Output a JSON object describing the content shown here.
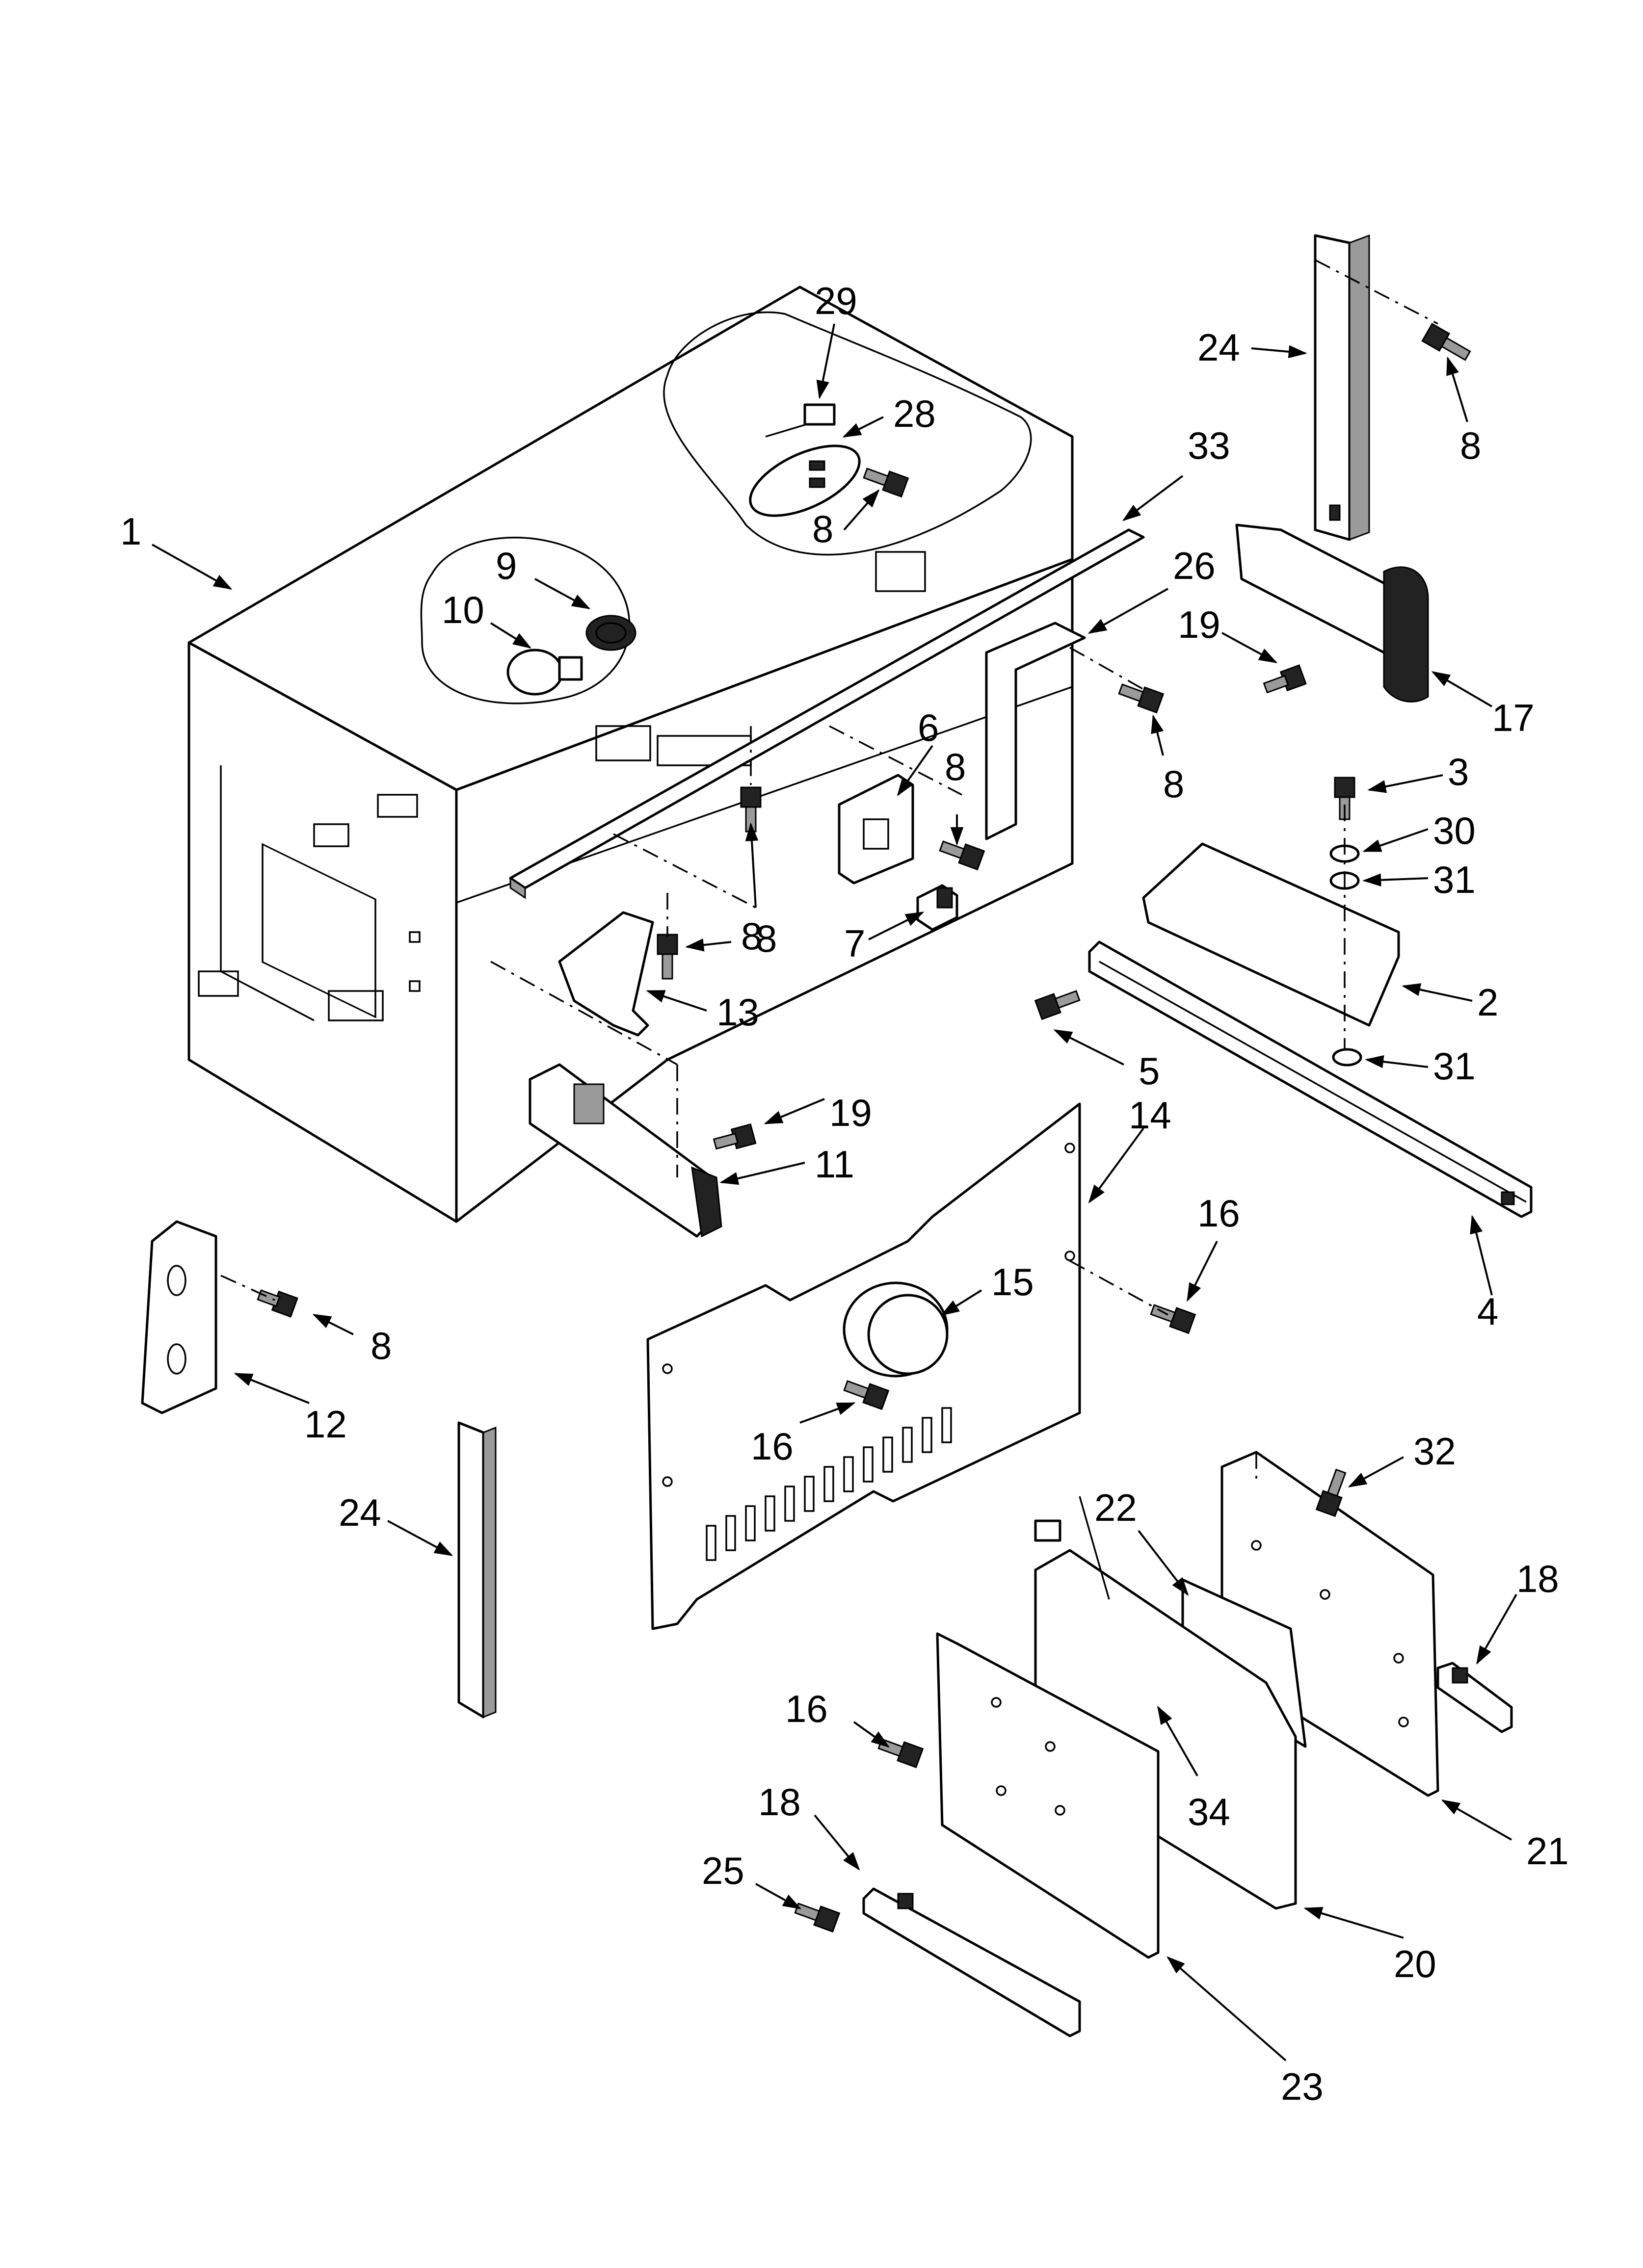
{
  "callouts": [
    "1",
    "2",
    "3",
    "4",
    "5",
    "6",
    "7",
    "8",
    "8",
    "8",
    "8",
    "8",
    "8",
    "8",
    "9",
    "10",
    "11",
    "12",
    "13",
    "14",
    "15",
    "16",
    "16",
    "16",
    "17",
    "18",
    "18",
    "19",
    "19",
    "20",
    "21",
    "22",
    "23",
    "24",
    "24",
    "25",
    "26",
    "28",
    "29",
    "30",
    "31",
    "31",
    "32",
    "33",
    "34"
  ]
}
